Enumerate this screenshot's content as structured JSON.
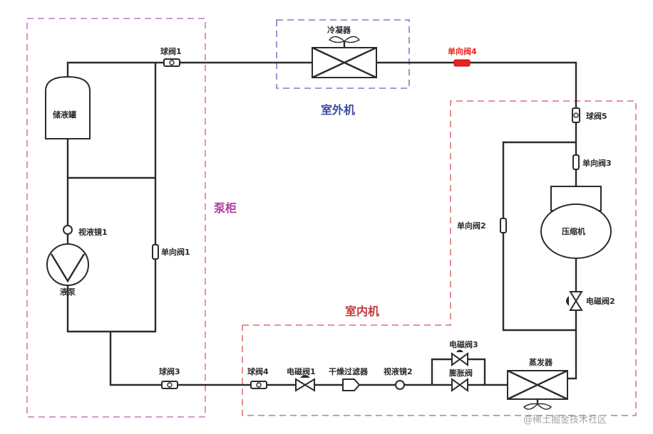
{
  "regions": {
    "pump_cabinet": {
      "label": "泵柜",
      "color": "#b03a9a"
    },
    "outdoor_unit": {
      "label": "室外机",
      "color": "#3a4aa8"
    },
    "indoor_unit": {
      "label": "室内机",
      "color": "#c0393f"
    }
  },
  "components": {
    "receiver": "储液罐",
    "sight_glass_1": "视液镜1",
    "liquid_pump": "液泵",
    "check_valve_1": "单向阀1",
    "ball_valve_1": "球阀1",
    "condenser": "冷凝器",
    "check_valve_4": "单向阀4",
    "ball_valve_5": "球阀5",
    "check_valve_3": "单向阀3",
    "check_valve_2": "单向阀2",
    "compressor": "压缩机",
    "solenoid_valve_2": "电磁阀2",
    "ball_valve_3": "球阀3",
    "ball_valve_4": "球阀4",
    "solenoid_valve_1": "电磁阀1",
    "dry_filter": "干燥过滤器",
    "sight_glass_2": "视液镜2",
    "solenoid_valve_3": "电磁阀3",
    "expansion_valve": "膨胀阀",
    "evaporator": "蒸发器"
  },
  "colors": {
    "pipe": "#2b2b2b",
    "highlight_valve": "#e8231f"
  },
  "watermark": "@稀土掘金技术社区"
}
